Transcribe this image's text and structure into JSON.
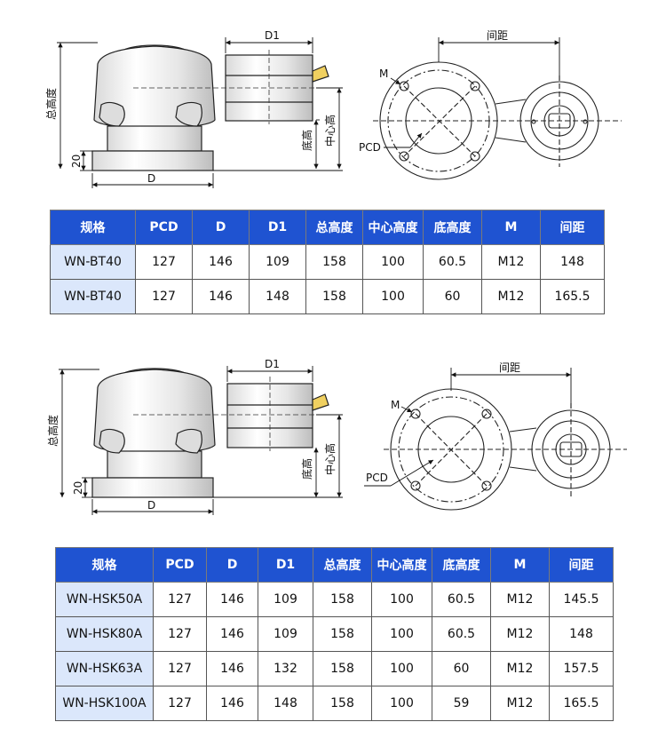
{
  "labels": {
    "d1": "D1",
    "d": "D",
    "total_height": "总高度",
    "base_thickness": "20",
    "center_height": "中心高",
    "base_height": "底高",
    "spacing": "间距",
    "m": "M",
    "pcd": "PCD"
  },
  "table1": {
    "headers": [
      "规格",
      "PCD",
      "D",
      "D1",
      "总高度",
      "中心高度",
      "底高度",
      "M",
      "间距"
    ],
    "rows": [
      [
        "WN-BT40",
        "127",
        "146",
        "109",
        "158",
        "100",
        "60.5",
        "M12",
        "148"
      ],
      [
        "WN-BT40",
        "127",
        "146",
        "148",
        "158",
        "100",
        "60",
        "M12",
        "165.5"
      ]
    ]
  },
  "table2": {
    "headers": [
      "规格",
      "PCD",
      "D",
      "D1",
      "总高度",
      "中心高度",
      "底高度",
      "M",
      "间距"
    ],
    "rows": [
      [
        "WN-HSK50A",
        "127",
        "146",
        "109",
        "158",
        "100",
        "60.5",
        "M12",
        "145.5"
      ],
      [
        "WN-HSK80A",
        "127",
        "146",
        "109",
        "158",
        "100",
        "60.5",
        "M12",
        "148"
      ],
      [
        "WN-HSK63A",
        "127",
        "146",
        "132",
        "158",
        "100",
        "60",
        "M12",
        "157.5"
      ],
      [
        "WN-HSK100A",
        "127",
        "146",
        "148",
        "158",
        "100",
        "59",
        "M12",
        "165.5"
      ]
    ]
  },
  "colors": {
    "header_bg": "#1f53d1",
    "model_bg": "#dbe7fb"
  }
}
